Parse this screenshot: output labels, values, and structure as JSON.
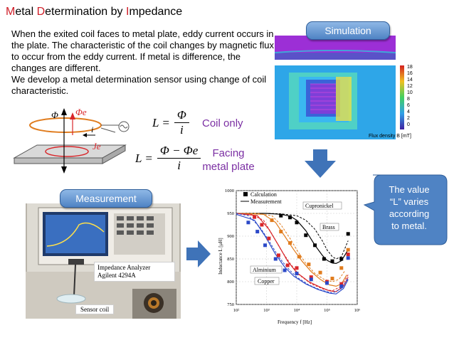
{
  "title": {
    "parts": [
      {
        "text": "M",
        "accent": true
      },
      {
        "text": "etal ",
        "accent": false
      },
      {
        "text": "D",
        "accent": true
      },
      {
        "text": "etermination by ",
        "accent": false
      },
      {
        "text": "I",
        "accent": true
      },
      {
        "text": "mpedance",
        "accent": false
      }
    ]
  },
  "description": {
    "paragraph1": "When the exited coil faces to metal plate, eddy current occurs in the plate. The characteristic of the coil changes by magnetic flux to occur from the eddy current. If metal is difference, the changes are different.",
    "paragraph2": "We develop a metal determination sensor using change of coil characteristic."
  },
  "diagram": {
    "phi": "Φ",
    "phi_e": "Φe",
    "current": "i",
    "eddy_current": "Je"
  },
  "formulas": {
    "coil_only": {
      "lhs": "L =",
      "numerator": "Φ",
      "denominator": "i",
      "label": "Coil only"
    },
    "facing": {
      "lhs": "L =",
      "numerator": "Φ − Φe",
      "denominator": "i",
      "label_line1": "Facing",
      "label_line2": "metal plate"
    }
  },
  "simulation": {
    "label": "Simulation",
    "colorbar_ticks": [
      "18",
      "16",
      "14",
      "12",
      "10",
      "8",
      "6",
      "4",
      "2",
      "0"
    ],
    "colorbar_caption": "Flux density B [mT]"
  },
  "measurement": {
    "label": "Measurement",
    "analyzer_line1": "Impedance Analyzer",
    "analyzer_line2": "Agilent 4294A",
    "sensor_label": "Sensor coil"
  },
  "callout": {
    "line1": "The value",
    "line2": "“L” varies",
    "line3": "according",
    "line4": "to metal."
  },
  "colors": {
    "title_accent": "#d0202a",
    "formula_label": "#7b2fa3",
    "pill_blue": "#4f83c4",
    "arrow_blue": "#3f73b8",
    "cupronickel": "#000000",
    "brass": "#e07c1e",
    "alminium": "#d8262a",
    "copper": "#2b49c8"
  },
  "chart_data": {
    "type": "line",
    "xlabel": "Frequency f [Hz]",
    "ylabel": "Inductance L [μH]",
    "xscale": "log",
    "xlim": [
      100,
      1000000
    ],
    "ylim": [
      750,
      1000
    ],
    "x_ticks": [
      "10²",
      "10³",
      "10⁴",
      "10⁵",
      "10⁶"
    ],
    "y_ticks": [
      "750",
      "800",
      "850",
      "900",
      "950",
      "1000"
    ],
    "legend": [
      "Calculation",
      "Measurement"
    ],
    "legend_position": "top-left",
    "series": [
      {
        "name": "Cupronickel",
        "color": "#000000",
        "calc": [
          [
            100,
            950
          ],
          [
            300,
            950
          ],
          [
            1000,
            950
          ],
          [
            3000,
            949
          ],
          [
            10000,
            945
          ],
          [
            20000,
            935
          ],
          [
            40000,
            915
          ],
          [
            70000,
            890
          ],
          [
            100000,
            870
          ],
          [
            150000,
            855
          ],
          [
            200000,
            850
          ],
          [
            300000,
            855
          ],
          [
            500000,
            890
          ]
        ],
        "meas": [
          [
            100,
            950
          ],
          [
            1000,
            950
          ],
          [
            3000,
            948
          ],
          [
            6000,
            944
          ],
          [
            10000,
            935
          ],
          [
            20000,
            912
          ],
          [
            40000,
            880
          ],
          [
            70000,
            858
          ],
          [
            100000,
            847
          ],
          [
            150000,
            841
          ],
          [
            200000,
            840
          ],
          [
            300000,
            846
          ],
          [
            500000,
            870
          ]
        ],
        "points": [
          [
            3000,
            945
          ],
          [
            6000,
            941
          ],
          [
            10000,
            930
          ],
          [
            20000,
            902
          ],
          [
            40000,
            880
          ],
          [
            80000,
            850
          ],
          [
            150000,
            845
          ],
          [
            300000,
            850
          ],
          [
            500000,
            905
          ]
        ]
      },
      {
        "name": "Brass",
        "color": "#e07c1e",
        "calc": [
          [
            100,
            950
          ],
          [
            500,
            950
          ],
          [
            1500,
            945
          ],
          [
            3000,
            925
          ],
          [
            6000,
            895
          ],
          [
            10000,
            870
          ],
          [
            20000,
            840
          ],
          [
            40000,
            818
          ],
          [
            80000,
            805
          ],
          [
            150000,
            800
          ],
          [
            250000,
            805
          ],
          [
            400000,
            825
          ]
        ],
        "meas": [
          [
            100,
            950
          ],
          [
            800,
            948
          ],
          [
            2000,
            930
          ],
          [
            4000,
            900
          ],
          [
            8000,
            870
          ],
          [
            15000,
            845
          ],
          [
            30000,
            822
          ],
          [
            60000,
            805
          ],
          [
            120000,
            793
          ],
          [
            200000,
            790
          ],
          [
            300000,
            795
          ],
          [
            450000,
            815
          ]
        ],
        "points": [
          [
            1500,
            935
          ],
          [
            3000,
            910
          ],
          [
            6000,
            885
          ],
          [
            12000,
            855
          ],
          [
            25000,
            838
          ],
          [
            60000,
            820
          ],
          [
            150000,
            807
          ],
          [
            300000,
            830
          ],
          [
            500000,
            870
          ]
        ]
      },
      {
        "name": "Alminium",
        "color": "#d8262a",
        "calc": [
          [
            100,
            950
          ],
          [
            300,
            948
          ],
          [
            800,
            935
          ],
          [
            1500,
            905
          ],
          [
            3000,
            870
          ],
          [
            6000,
            840
          ],
          [
            12000,
            815
          ],
          [
            30000,
            795
          ],
          [
            80000,
            783
          ],
          [
            150000,
            780
          ],
          [
            300000,
            790
          ],
          [
            500000,
            815
          ]
        ],
        "meas": [
          [
            100,
            950
          ],
          [
            500,
            945
          ],
          [
            1200,
            915
          ],
          [
            2500,
            880
          ],
          [
            5000,
            845
          ],
          [
            10000,
            820
          ],
          [
            25000,
            800
          ],
          [
            60000,
            788
          ],
          [
            120000,
            780
          ],
          [
            200000,
            778
          ],
          [
            350000,
            790
          ],
          [
            500000,
            810
          ]
        ],
        "points": [
          [
            400,
            942
          ],
          [
            700,
            925
          ],
          [
            1200,
            895
          ],
          [
            2500,
            858
          ],
          [
            5000,
            836
          ],
          [
            10000,
            830
          ],
          [
            30000,
            810
          ],
          [
            100000,
            800
          ],
          [
            300000,
            795
          ],
          [
            500000,
            860
          ]
        ]
      },
      {
        "name": "Copper",
        "color": "#2b49c8",
        "calc": [
          [
            100,
            950
          ],
          [
            250,
            945
          ],
          [
            600,
            920
          ],
          [
            1200,
            890
          ],
          [
            2500,
            855
          ],
          [
            5000,
            830
          ],
          [
            10000,
            810
          ],
          [
            25000,
            793
          ],
          [
            60000,
            782
          ],
          [
            150000,
            775
          ],
          [
            300000,
            785
          ],
          [
            500000,
            808
          ]
        ],
        "meas": [
          [
            100,
            948
          ],
          [
            400,
            935
          ],
          [
            900,
            900
          ],
          [
            2000,
            860
          ],
          [
            4000,
            832
          ],
          [
            8000,
            812
          ],
          [
            20000,
            795
          ],
          [
            50000,
            783
          ],
          [
            120000,
            775
          ],
          [
            200000,
            773
          ],
          [
            350000,
            785
          ],
          [
            500000,
            805
          ]
        ],
        "points": [
          [
            250,
            930
          ],
          [
            500,
            910
          ],
          [
            900,
            880
          ],
          [
            2000,
            850
          ],
          [
            4000,
            825
          ],
          [
            10000,
            818
          ],
          [
            30000,
            805
          ],
          [
            100000,
            797
          ],
          [
            300000,
            790
          ],
          [
            500000,
            852
          ]
        ]
      }
    ]
  }
}
